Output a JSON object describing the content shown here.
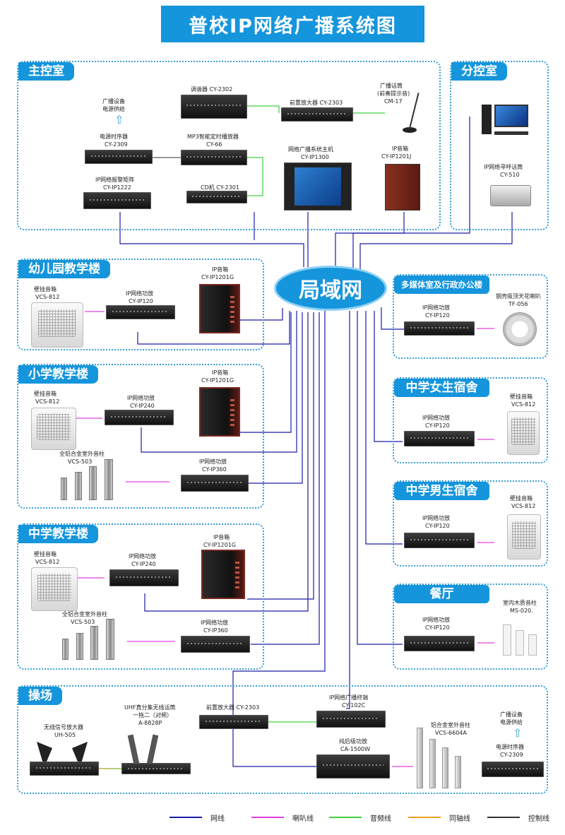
{
  "title": "普校IP网络广播系统图",
  "lan_label": "局域网",
  "colors": {
    "network": "#1c1ca8",
    "speaker": "#e040e0",
    "audio": "#40d040",
    "coax": "#f0a020",
    "control": "#333333",
    "accent": "#1595dc"
  },
  "zones": {
    "main": "主控室",
    "branch": "分控室",
    "kindergarten": "幼儿园教学楼",
    "primary": "小学教学楼",
    "middle": "中学教学楼",
    "multimedia": "多媒体室及行政办公楼",
    "girls": "中学女生宿舍",
    "boys": "中学男生宿舍",
    "canteen": "餐厅",
    "playground": "操场"
  },
  "main_room": {
    "power_note_1": "广播设备",
    "power_note_2": "电源供给",
    "sequencer_1": "电源时序器",
    "sequencer_2": "CY-2309",
    "tuner": "调谐器   CY-2302",
    "mp3_1": "MP3智能定时播放器",
    "mp3_2": "CY-66",
    "alarm_1": "IP网络报警矩阵",
    "alarm_2": "CY-IP1222",
    "cd": "CD机   CY-2301",
    "preamp": "前置放大器  CY-2303",
    "mic_1": "广播话筒",
    "mic_2": "(前奏提示音)",
    "mic_3": "CM-17",
    "host_1": "网络广播系统主机",
    "host_2": "CY-IP1300",
    "ipspk_1": "IP音箱",
    "ipspk_2": "CY-IP1201J"
  },
  "branch_room": {
    "paging_1": "IP网络寻呼话筒",
    "paging_2": "CY-510"
  },
  "kindergarten": {
    "wall_1": "壁挂音箱",
    "wall_2": "VCS-812",
    "amp_1": "IP网络功放",
    "amp_2": "CY-IP120",
    "ipspk_1": "IP音箱",
    "ipspk_2": "CY-IP1201G"
  },
  "primary": {
    "wall_1": "壁挂音箱",
    "wall_2": "VCS-812",
    "amp_1": "IP网络功放",
    "amp_2": "CY-IP240",
    "ipspk_1": "IP音箱",
    "ipspk_2": "CY-IP1201G",
    "column_1": "全铝合金室外音柱",
    "column_2": "VCS-503",
    "amp2_1": "IP网络功放",
    "amp2_2": "CY-IP360"
  },
  "middle": {
    "wall_1": "壁挂音箱",
    "wall_2": "VCS-812",
    "amp_1": "IP网络功放",
    "amp_2": "CY-IP240",
    "ipspk_1": "IP音箱",
    "ipspk_2": "CY-IP1201G",
    "column_1": "全铝合金室外音柱",
    "column_2": "VCS-503",
    "amp2_1": "IP网络功放",
    "amp2_2": "CY-IP360"
  },
  "multimedia": {
    "amp_1": "IP网络功放",
    "amp_2": "CY-IP120",
    "ceiling_1": "钢壳吸顶天花喇叭",
    "ceiling_2": "TF-056"
  },
  "girls": {
    "amp_1": "IP网络功放",
    "amp_2": "CY-IP120",
    "wall_1": "壁挂音箱",
    "wall_2": "VCS-812"
  },
  "boys": {
    "amp_1": "IP网络功放",
    "amp_2": "CY-IP120",
    "wall_1": "壁挂音箱",
    "wall_2": "VCS-812"
  },
  "canteen": {
    "amp_1": "IP网络功放",
    "amp_2": "CY-IP120",
    "col_1": "室内木质音柱",
    "col_2": "MS-020."
  },
  "playground": {
    "antenna_1": "无线信号放大器",
    "antenna_2": "UH-505",
    "wireless_1": "UHF真分集无线话筒",
    "wireless_2": "一拖二（对频）",
    "wireless_3": "A-8828P",
    "preamp": "前置放大器  CY-2303",
    "terminal_1": "IP网络广播终端",
    "terminal_2": "CY-102C",
    "pureamp_1": "纯后级功放",
    "pureamp_2": "CA-1500W",
    "column_1": "铝合金室外音柱",
    "column_2": "VCS-6604A",
    "power_1": "广播设备",
    "power_2": "电源供给",
    "seq_1": "电源时序器",
    "seq_2": "CY-2309"
  },
  "legend": {
    "network": "网线",
    "speaker": "喇叭线",
    "audio": "音频线",
    "coax": "同轴线",
    "control": "控制线"
  }
}
